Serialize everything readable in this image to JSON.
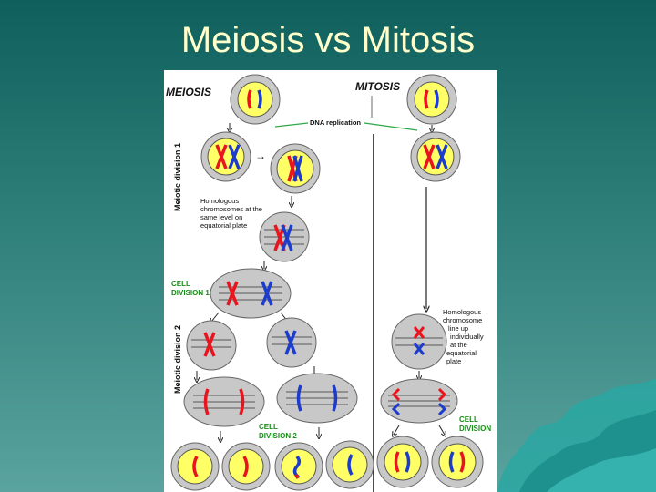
{
  "slide": {
    "title": "Meiosis vs Mitosis"
  },
  "diagram": {
    "meiosis_heading": "MEIOSIS",
    "mitosis_heading": "MITOSIS",
    "dna_replication": "DNA replication",
    "meiotic_division_1": "Meiotic division 1",
    "meiotic_division_2": "Meiotic division 2",
    "homologous_note_1": [
      "Homologous",
      "chromosomes at the",
      "same level on",
      "equatorial plate"
    ],
    "cell_division_1": [
      "CELL",
      "DIVISION 1"
    ],
    "cell_division_2": [
      "CELL",
      "DIVISION 2"
    ],
    "homologous_note_2": [
      "Homologous",
      "chromosome",
      "line up",
      "individually",
      "at the",
      "equatorial",
      "plate"
    ],
    "cell_division": [
      "CELL",
      "DIVISION"
    ]
  },
  "colors": {
    "nucleus": "#ffff66",
    "cell_gray": "#c8c8c8",
    "chrom_red": "#e8141e",
    "chrom_blue": "#1e3ccc",
    "label_green": "#1a8a1a",
    "line_green": "#2ea84a"
  }
}
